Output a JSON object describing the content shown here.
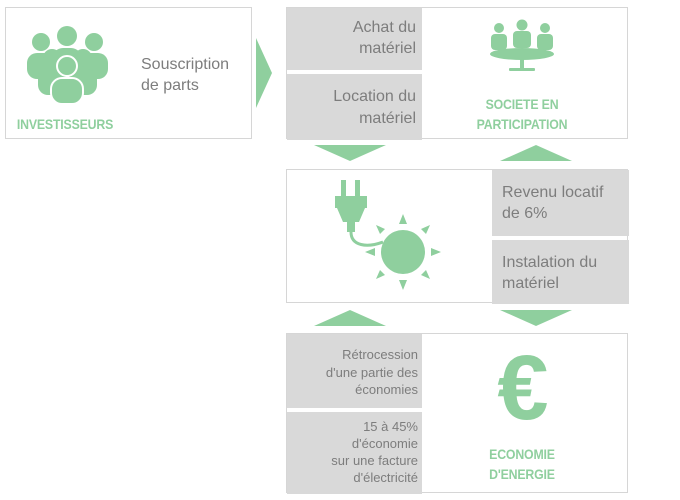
{
  "investors": {
    "label": "INVESTISSEURS",
    "action_line1": "Souscription",
    "action_line2": "de parts"
  },
  "company": {
    "label_line1": "SOCIETE EN",
    "label_line2": "PARTICIPATION",
    "item1_line1": "Achat du",
    "item1_line2": "matériel",
    "item2_line1": "Location du",
    "item2_line2": "matériel"
  },
  "energy": {
    "item1_line1": "Revenu locatif",
    "item1_line2": "de 6%",
    "item2_line1": "Instalation du",
    "item2_line2": "matériel"
  },
  "savings": {
    "label_line1": "ECONOMIE",
    "label_line2": "D'ENERGIE",
    "symbol": "€",
    "item1_line1": "Rétrocession",
    "item1_line2": "d'une partie des",
    "item1_line3": "économies",
    "item2_line1": "15 à 45%",
    "item2_line2": "d'économie",
    "item2_line3": "sur une facture",
    "item2_line4": "d'électricité"
  },
  "colors": {
    "accent_green": "#8fcf9e",
    "panel_gray": "#d9d9d9",
    "text_gray": "#7d7d7d"
  },
  "icons": [
    "people-group-icon",
    "meeting-table-icon",
    "plug-icon",
    "sun-icon",
    "euro-icon"
  ]
}
